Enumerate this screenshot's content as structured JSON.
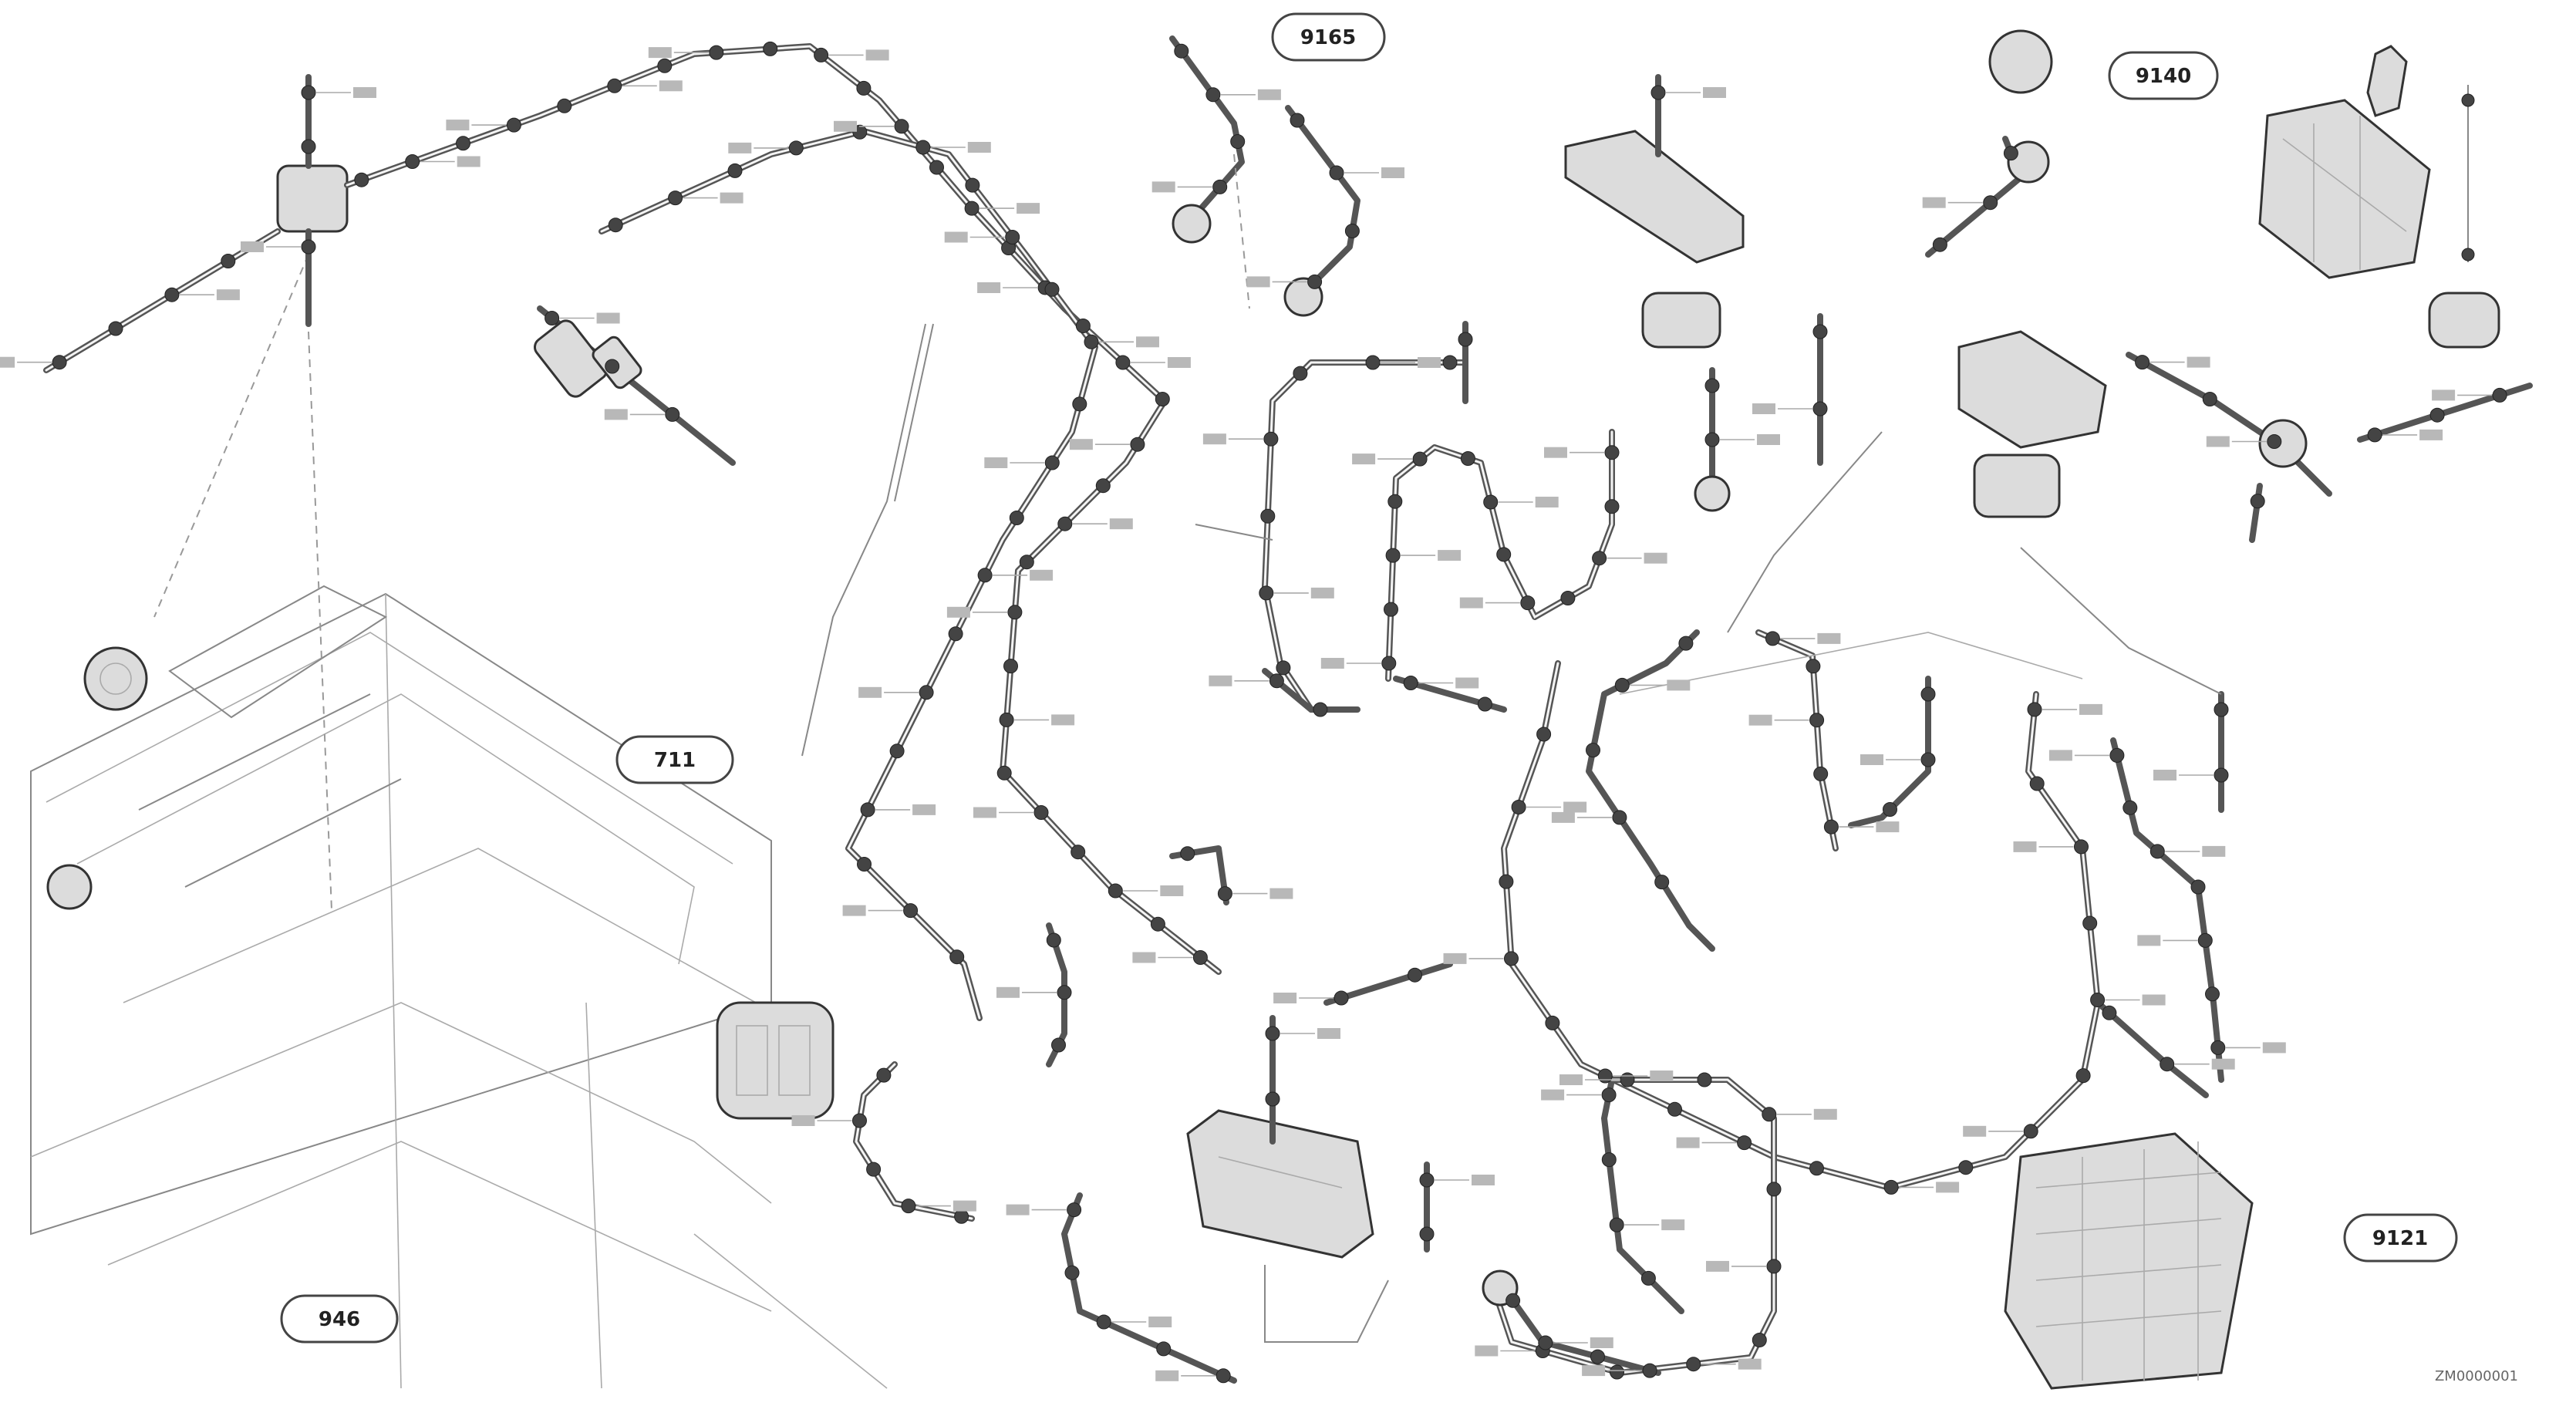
{
  "figure": {
    "callouts": [
      "9165",
      "9140",
      "711",
      "9121",
      "946"
    ],
    "document_id": "ZM0000001"
  }
}
